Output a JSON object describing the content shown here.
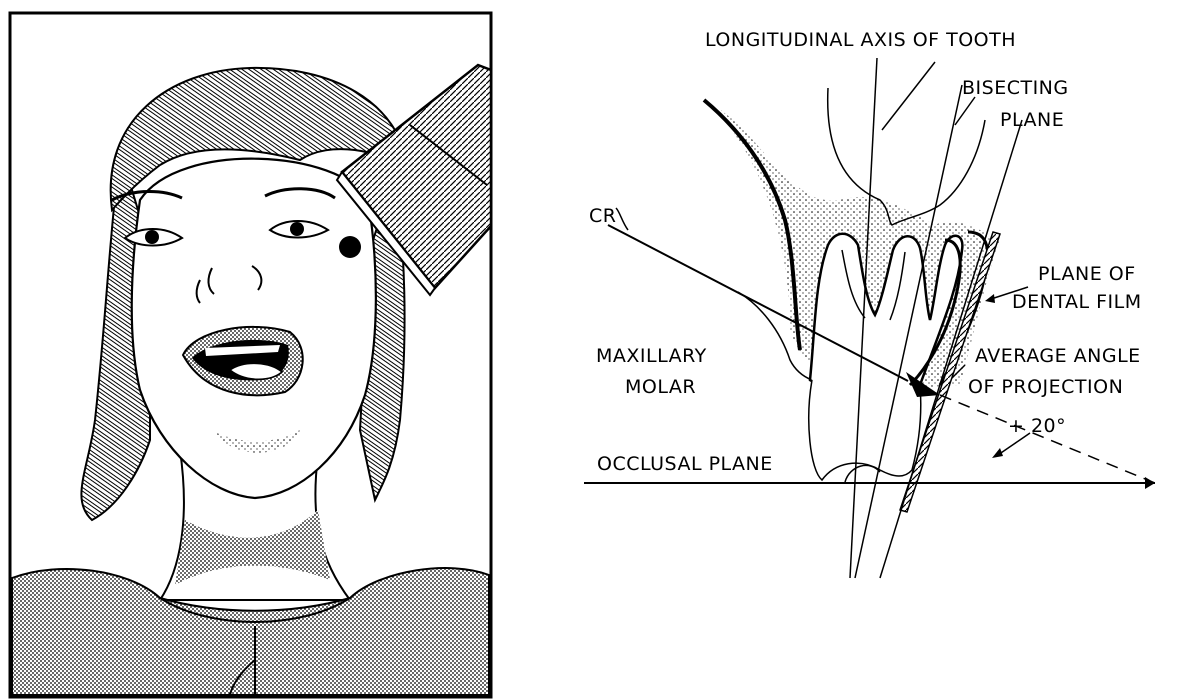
{
  "figure": {
    "left_panel": {
      "description_icon": "patient-face-illustration"
    },
    "right_panel": {
      "labels": {
        "longitudinal_axis": "LONGITUDINAL AXIS OF TOOTH",
        "bisecting_1": "BISECTING",
        "bisecting_2": "PLANE",
        "cr": "CR",
        "plane_film_1": "PLANE OF",
        "plane_film_2": "DENTAL FILM",
        "maxillary_1": "MAXILLARY",
        "maxillary_2": "MOLAR",
        "avg_angle_1": "AVERAGE ANGLE",
        "avg_angle_2": "OF PROJECTION",
        "angle_value": "+ 20°",
        "occlusal": "OCCLUSAL PLANE"
      }
    }
  }
}
